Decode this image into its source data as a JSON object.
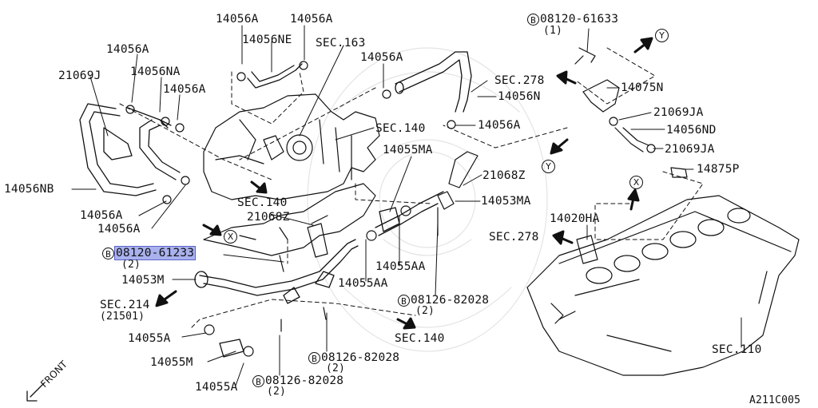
{
  "diagram": {
    "parts": {
      "p14056A_t1": "14056A",
      "p14056A_t2": "14056A",
      "p14056NE": "14056NE",
      "sec163": "SEC.163",
      "p14056A_l": "14056A",
      "p14056NA": "14056NA",
      "p21069J": "21069J",
      "p14056A_m": "14056A",
      "p14056A_r": "14056A",
      "sec278_t": "SEC.278",
      "p14056N": "14056N",
      "p14056A_c": "14056A",
      "sec140_c": "SEC.140",
      "p14055MA": "14055MA",
      "p14056NB": "14056NB",
      "p21068Z_r": "21068Z",
      "p14053MA": "14053MA",
      "sec140_m": "SEC.140",
      "p21068Z_l": "21068Z",
      "p14056A_b1": "14056A",
      "p14056A_b2": "14056A",
      "bolt_61233": "08120-61233",
      "qty_61233": "(2)",
      "p14053M": "14053M",
      "p14055AA_a": "14055AA",
      "p14055AA_b": "14055AA",
      "sec214": "SEC.214",
      "sec214_sub": "(21501)",
      "bolt_82028_r": "08126-82028",
      "qty_82028_r": "(2)",
      "p14055A_top": "14055A",
      "sec140_b": "SEC.140",
      "p14055M": "14055M",
      "bolt_82028_m": "08126-82028",
      "qty_82028_m": "(2)",
      "p14055A_bot": "14055A",
      "bolt_82028_b": "08126-82028",
      "qty_82028_b": "(2)",
      "bolt_61633": "08120-61633",
      "qty_61633": "(1)",
      "p14075N": "14075N",
      "p21069JA_1": "21069JA",
      "p14056ND": "14056ND",
      "p21069JA_2": "21069JA",
      "p14875P": "14875P",
      "p14020HA": "14020HA",
      "sec278_r": "SEC.278",
      "sec110": "SEC.110"
    },
    "markers": {
      "bolt_symbol": "B",
      "x": "X",
      "y": "Y"
    },
    "front_label": "FRONT",
    "figure_code": "A211C005"
  }
}
